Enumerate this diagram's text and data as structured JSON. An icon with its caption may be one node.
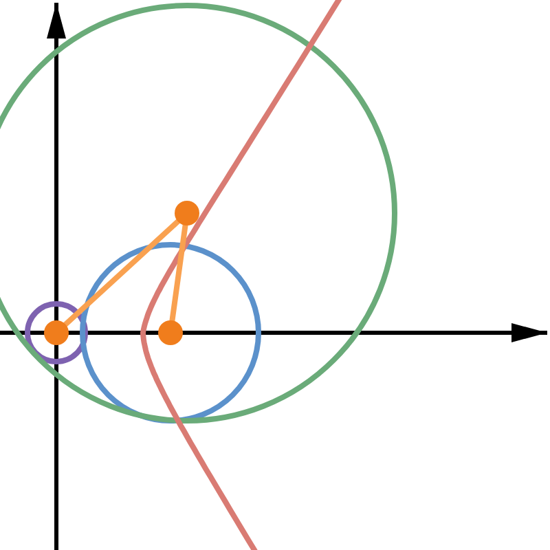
{
  "diagram": {
    "nodes": [
      {
        "text": [],
        "shape": "circle"
      },
      {
        "text": [],
        "shape": "circle"
      },
      {
        "text": [],
        "shape": "circle"
      }
    ],
    "edges": [
      {
        "from": 0,
        "to": 1,
        "arrow": "none"
      },
      {
        "from": 0,
        "to": 2,
        "arrow": "none"
      }
    ]
  }
}
